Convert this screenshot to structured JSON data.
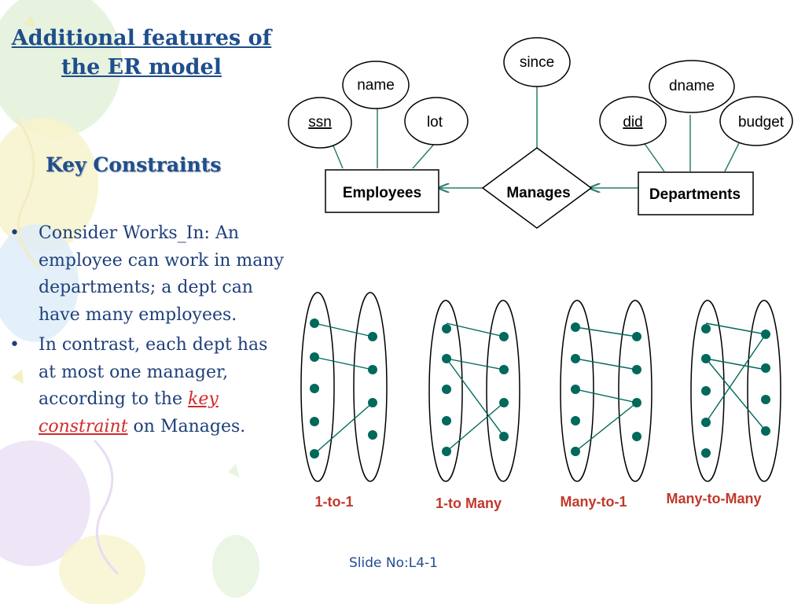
{
  "title": "Additional features of the ER model",
  "subtitle": "Key Constraints",
  "bullets": [
    {
      "text": "Consider Works_In: An employee can work in many departments; a dept can have many employees."
    },
    {
      "text_before": "In contrast, each dept has at most one manager, according to the ",
      "key_term": "key constraint",
      "text_after": " on Manages."
    }
  ],
  "er": {
    "entities": [
      "Employees",
      "Departments"
    ],
    "relationship": "Manages",
    "attributes": {
      "employees": [
        "ssn",
        "name",
        "lot"
      ],
      "relationship": [
        "since"
      ],
      "departments": [
        "did",
        "dname",
        "budget"
      ]
    },
    "key_attributes": [
      "ssn",
      "did"
    ]
  },
  "cardinality_captions": [
    "1-to-1",
    "1-to Many",
    "Many-to-1",
    "Many-to-Many"
  ],
  "footer": "Slide No:L4-1",
  "colors": {
    "title": "#1f4e8c",
    "accent_red": "#d42a2a",
    "mapping": "#00695c",
    "background_balloons": [
      "#dbeed0",
      "#f6f2c3",
      "#e6d9f1",
      "#d6eaf6"
    ]
  }
}
